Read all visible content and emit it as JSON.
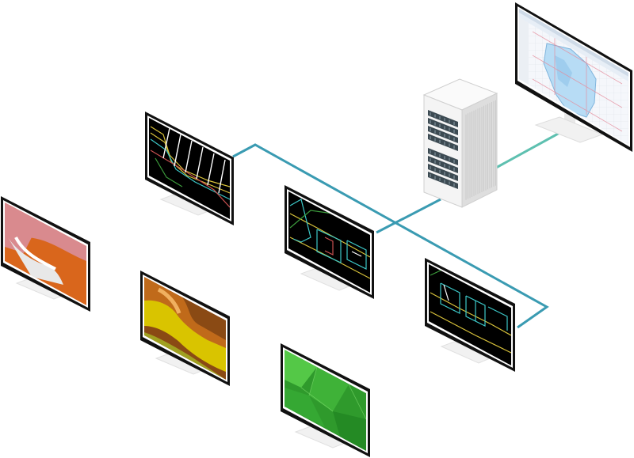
{
  "colors": {
    "link": "#3a9bb2",
    "link_server_to_main": "#5ec0b0",
    "monitor_frame": "#111111",
    "monitor_bezel": "#ffffff",
    "stand": "#eeeeee",
    "server_body": "#f4f4f4",
    "server_side": "#dedede",
    "drive_bay": "#3c4a52",
    "cad_background": "#000000",
    "map_background": "#f5f7fb",
    "map_water": "#b7dcf5",
    "terrain_pink": "#d98a8e",
    "terrain_orange": "#d9661c",
    "terrain_brown": "#8a4a14",
    "terrain_yellow": "#d9c400",
    "terrain_green": "#2f9a2c",
    "terrain_light_green": "#54c847"
  },
  "nodes": [
    {
      "id": "server",
      "icon": "server-rack-icon"
    },
    {
      "id": "main-workstation",
      "icon": "map-application-icon"
    },
    {
      "id": "cad-monitor-1",
      "icon": "cad-drawing-icon"
    },
    {
      "id": "cad-monitor-2",
      "icon": "cad-drawing-icon"
    },
    {
      "id": "cad-monitor-3",
      "icon": "cad-drawing-icon"
    },
    {
      "id": "terrain-monitor-1",
      "icon": "terrain-model-icon"
    },
    {
      "id": "terrain-monitor-2",
      "icon": "terrain-model-icon"
    },
    {
      "id": "terrain-monitor-3",
      "icon": "terrain-model-icon"
    }
  ],
  "links": [
    {
      "from": "server",
      "to": "main-workstation"
    },
    {
      "from": "server",
      "to": "cad-monitor-2"
    },
    {
      "from": "cad-monitor-1",
      "to": "cad-monitor-3"
    }
  ]
}
